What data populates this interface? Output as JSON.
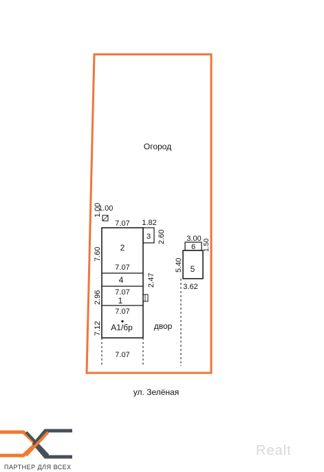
{
  "colors": {
    "border": "#f0743a",
    "line": "#111111",
    "logo_dark": "#4a4f57",
    "logo_orange": "#f07a2e"
  },
  "labels": {
    "garden": "Огород",
    "yard": "двор",
    "street": "ул. Зелёная"
  },
  "rooms": {
    "r1": "1",
    "r2": "2",
    "r3": "3",
    "r4": "4",
    "r5": "5",
    "r6": "6",
    "main": "А1/бр"
  },
  "dims": {
    "d100a": "1.00",
    "d100b": "1.00",
    "d707_1": "7.07",
    "d707_2": "7.07",
    "d707_3": "7.07",
    "d707_4": "7.07",
    "d707_5": "7.07",
    "d182": "1.82",
    "d260": "2.60",
    "d760": "7.60",
    "d247": "2.47",
    "d296": "2.96",
    "d712": "7.12",
    "d300": "3.00",
    "d150": "1.50",
    "d540": "5.40",
    "d362": "3.62"
  },
  "logo": {
    "tagline": "ПАРТНЕР ДЛЯ ВСЕХ",
    "icon": "realt-partner-logo-icon"
  },
  "watermark": "Realt"
}
